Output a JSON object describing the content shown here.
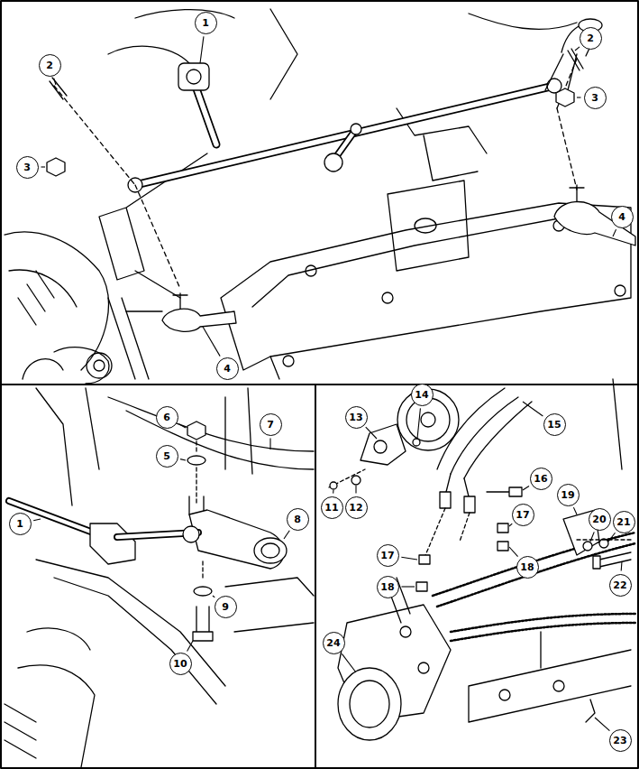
{
  "diagram": {
    "labels": [
      "2",
      "1",
      "2",
      "3",
      "3",
      "4",
      "4",
      "6",
      "5",
      "7",
      "1",
      "8",
      "9",
      "10",
      "14",
      "13",
      "15",
      "11",
      "12",
      "16",
      "19",
      "21",
      "20",
      "17",
      "17",
      "18",
      "18",
      "22",
      "24",
      "23"
    ]
  }
}
